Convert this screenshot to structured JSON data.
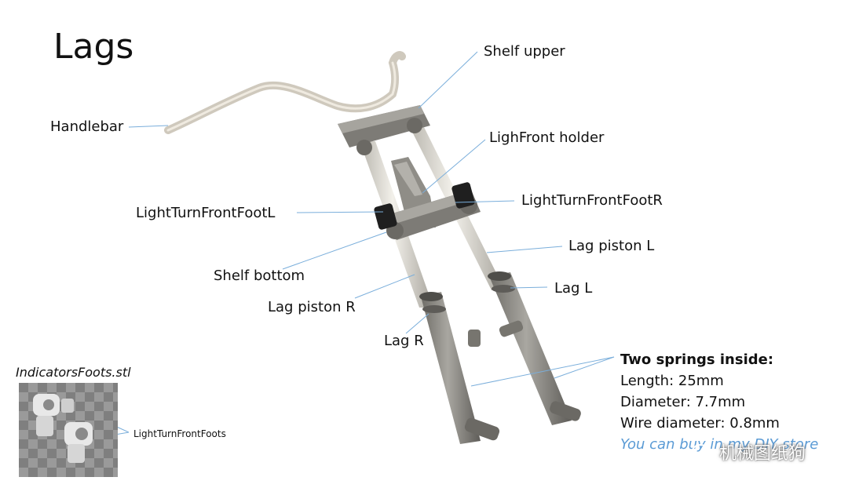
{
  "title": "Lags",
  "labels": {
    "shelf_upper": "Shelf upper",
    "handlebar": "Handlebar",
    "front_holder": "LighFront holder",
    "turn_foot_l": "LightTurnFrontFootL",
    "turn_foot_r": "LightTurnFrontFootR",
    "lag_piston_l": "Lag piston L",
    "shelf_bottom": "Shelf bottom",
    "lag_l": "Lag L",
    "lag_piston_r": "Lag piston R",
    "lag_r": "Lag R"
  },
  "thumbnail": {
    "title": "IndicatorsFoots.stl",
    "label": "LightTurnFrontFoots"
  },
  "springs": {
    "heading": "Two springs inside:",
    "length": "Length: 25mm",
    "diameter": "Diameter: 7.7mm",
    "wire": "Wire diameter: 0.8mm",
    "link": "You can buy in my DIY store"
  },
  "watermark": "机械图纸狗",
  "colors": {
    "leader_line": "#7aaedb",
    "link_text": "#5b9bd5",
    "metal": "#8c8a85",
    "chrome": "#d9d6cf",
    "dark_part": "#222222"
  }
}
